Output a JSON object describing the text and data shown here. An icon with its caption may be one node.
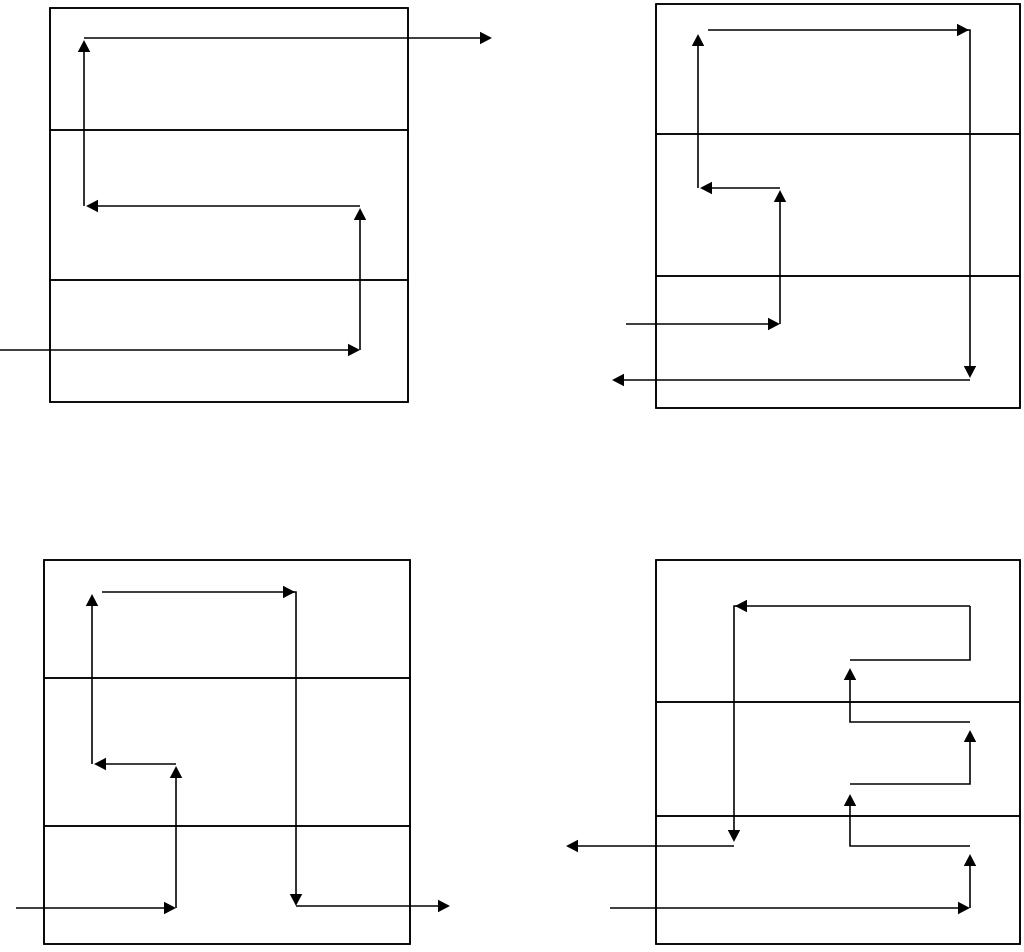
{
  "diagram": {
    "nodes": [
      {
        "text": [],
        "shape": "box"
      },
      {
        "text": [],
        "shape": "box",
        "in": 0
      },
      {
        "text": [],
        "shape": "box",
        "in": 0
      },
      {
        "text": [],
        "shape": "box",
        "in": 0
      },
      {
        "text": [],
        "shape": "box"
      },
      {
        "text": [],
        "shape": "box",
        "in": 4
      },
      {
        "text": [],
        "shape": "box",
        "in": 4
      },
      {
        "text": [],
        "shape": "box",
        "in": 4
      },
      {
        "text": [],
        "shape": "box"
      },
      {
        "text": [],
        "shape": "box",
        "in": 8
      },
      {
        "text": [],
        "shape": "box",
        "in": 8
      },
      {
        "text": [],
        "shape": "box",
        "in": 8
      },
      {
        "text": [],
        "shape": "box"
      },
      {
        "text": [],
        "shape": "box",
        "in": 12
      },
      {
        "text": [],
        "shape": "box",
        "in": 12
      },
      {
        "text": [],
        "shape": "box",
        "in": 12
      }
    ],
    "edges": [
      {
        "from": null,
        "to": 3,
        "arrow": "to"
      },
      {
        "from": 3,
        "to": 2,
        "arrow": "to"
      },
      {
        "from": 2,
        "to": 1,
        "arrow": "to"
      },
      {
        "from": 1,
        "to": null,
        "arrow": "to"
      },
      {
        "from": null,
        "to": 7,
        "arrow": "to"
      },
      {
        "from": 7,
        "to": 6,
        "arrow": "to"
      },
      {
        "from": 6,
        "to": 5,
        "arrow": "to"
      },
      {
        "from": 5,
        "to": 6,
        "arrow": "to"
      },
      {
        "from": 6,
        "to": 7,
        "arrow": "to"
      },
      {
        "from": 7,
        "to": null,
        "arrow": "to"
      },
      {
        "from": null,
        "to": 11,
        "arrow": "to"
      },
      {
        "from": 11,
        "to": 10,
        "arrow": "to"
      },
      {
        "from": 10,
        "to": 9,
        "arrow": "to"
      },
      {
        "from": 9,
        "to": 10,
        "arrow": "to"
      },
      {
        "from": 10,
        "to": 11,
        "arrow": "to"
      },
      {
        "from": 11,
        "to": null,
        "arrow": "to"
      },
      {
        "from": null,
        "to": 15,
        "arrow": "to"
      },
      {
        "from": 15,
        "to": 14,
        "arrow": "to"
      },
      {
        "from": 14,
        "to": 13,
        "arrow": "to"
      },
      {
        "from": 13,
        "to": 14,
        "arrow": "to"
      },
      {
        "from": 14,
        "to": 15,
        "arrow": "to"
      },
      {
        "from": 15,
        "to": null,
        "arrow": "to"
      }
    ]
  }
}
